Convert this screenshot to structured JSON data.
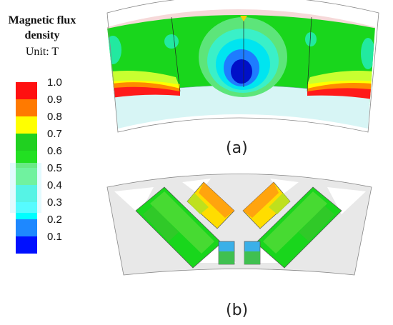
{
  "legend": {
    "title_line1": "Magnetic flux",
    "title_line2": "density",
    "unit": "Unit: T",
    "ticks": [
      "1.0",
      "0.9",
      "0.8",
      "0.7",
      "0.6",
      "0.5",
      "0.4",
      "0.3",
      "0.2",
      "0.1"
    ],
    "colors": [
      "#ff0000",
      "#ff7a00",
      "#ffff00",
      "#00d400",
      "#00e000",
      "#00ff00",
      "#00ffcc",
      "#00ffff",
      "#1e90ff",
      "#0000ff"
    ]
  },
  "panels": {
    "a_label": "(a)",
    "b_label": "(b)"
  },
  "colors": {
    "stator_fill": "#f6d7d7",
    "airgap_fill": "#d7f5f5",
    "rotor_bg": "#e6e6e6",
    "green": "#19d61c",
    "dark_blue": "#0018b0",
    "blue": "#1e6cff",
    "cyan": "#00e5e5",
    "yellow": "#f5f500",
    "orange": "#ff7f00",
    "red": "#ff1a1a"
  }
}
